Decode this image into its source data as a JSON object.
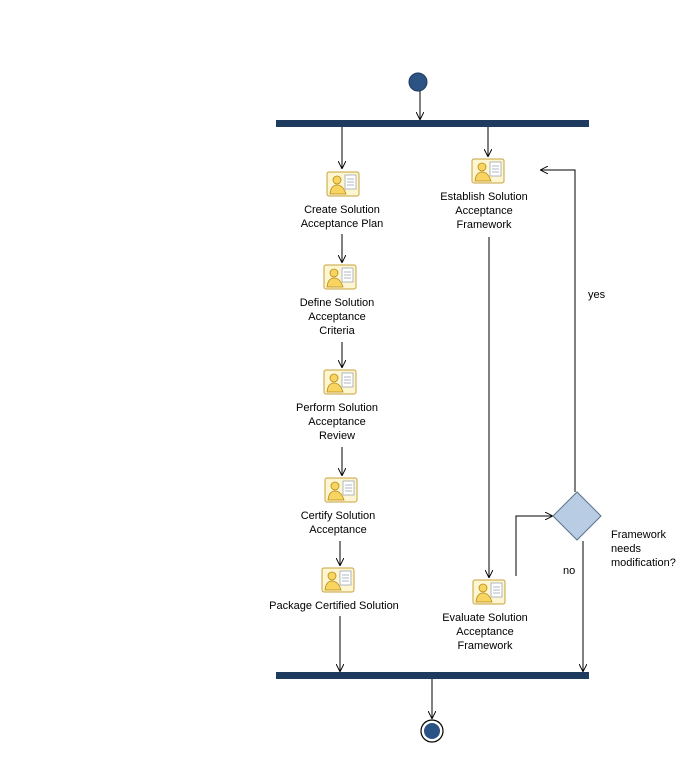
{
  "activities": {
    "create_plan": "Create Solution\nAcceptance Plan",
    "define_criteria": "Define Solution\nAcceptance\nCriteria",
    "perform_review": "Perform Solution\nAcceptance\nReview",
    "certify": "Certify Solution\nAcceptance",
    "package": "Package Certified Solution",
    "establish_framework": "Establish Solution\nAcceptance\nFramework",
    "evaluate_framework": "Evaluate Solution\nAcceptance\nFramework"
  },
  "decision": {
    "question": "Framework\nneeds\nmodification?",
    "yes_label": "yes",
    "no_label": "no"
  },
  "colors": {
    "bar": "#1f3a5f",
    "node_fill": "#2b5485",
    "diamond_fill": "#b8cce4",
    "diamond_stroke": "#5a6f8a",
    "icon_fill": "#f7e59a",
    "icon_stroke": "#c8a23a"
  }
}
